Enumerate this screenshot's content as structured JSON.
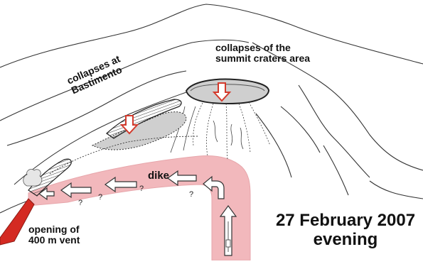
{
  "labels": {
    "bastimento_line1": "collapses at",
    "bastimento_line2": "Bastimento",
    "summit_line1": "collapses of the",
    "summit_line2": "summit craters area",
    "dike": "dike",
    "vent_line1": "opening of",
    "vent_line2": "400 m vent",
    "date_line1": "27 February 2007",
    "date_line2": "evening",
    "question": "?"
  },
  "colors": {
    "dike_fill": "#f2b8bc",
    "vent_fill": "#d42a22",
    "collapse_arrow": "#d33a2c",
    "collapse_area": "#cfcfcf",
    "line": "#333333"
  }
}
